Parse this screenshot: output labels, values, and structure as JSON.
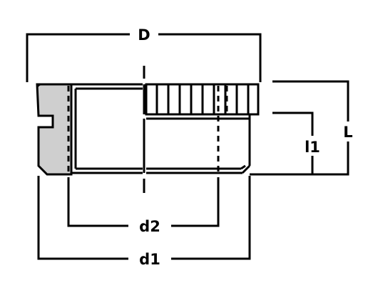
{
  "labels": {
    "D": "D",
    "L": "L",
    "l1": "l1",
    "d1": "d1",
    "d2": "d2"
  },
  "colors": {
    "line": "#000000",
    "hatch_fill": "#cfcfcf",
    "background": "#ffffff"
  }
}
